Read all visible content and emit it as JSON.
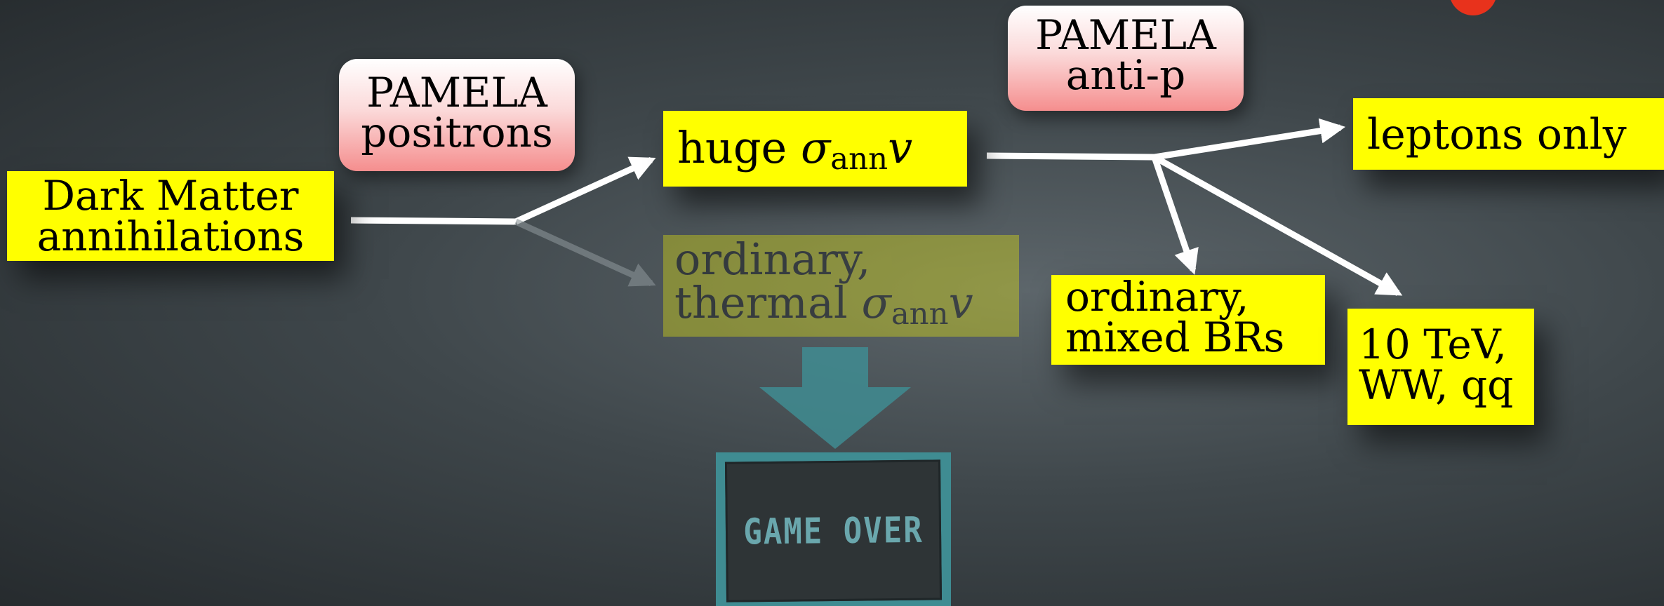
{
  "nodes": {
    "dark_matter": [
      "Dark Matter",
      "annihilations"
    ],
    "pamela_positrons": [
      "PAMELA",
      "positrons"
    ],
    "huge": {
      "text": "huge",
      "sigma": "σ",
      "sub": "ann",
      "v": "v"
    },
    "ordinary_thermal": {
      "line1": "ordinary,",
      "line2": "thermal",
      "sigma": "σ",
      "sub": "ann",
      "v": "v"
    },
    "pamela_antip": [
      "PAMELA",
      "anti-p"
    ],
    "leptons_only": "leptons only",
    "ordinary_mixed": [
      "ordinary,",
      "mixed BRs"
    ],
    "tev": [
      "10 TeV,",
      "WW, qq"
    ],
    "game_over": "GAME OVER"
  },
  "colors": {
    "highlight_box": "#ffff00",
    "pamela_pill_top": "#ffffff",
    "pamela_pill_bottom": "#f58e8e",
    "arrow": "#ffffff",
    "down_arrow": "#3f8c92",
    "game_over_frame": "#3f8c92",
    "accent_dot": "#e8321c"
  }
}
